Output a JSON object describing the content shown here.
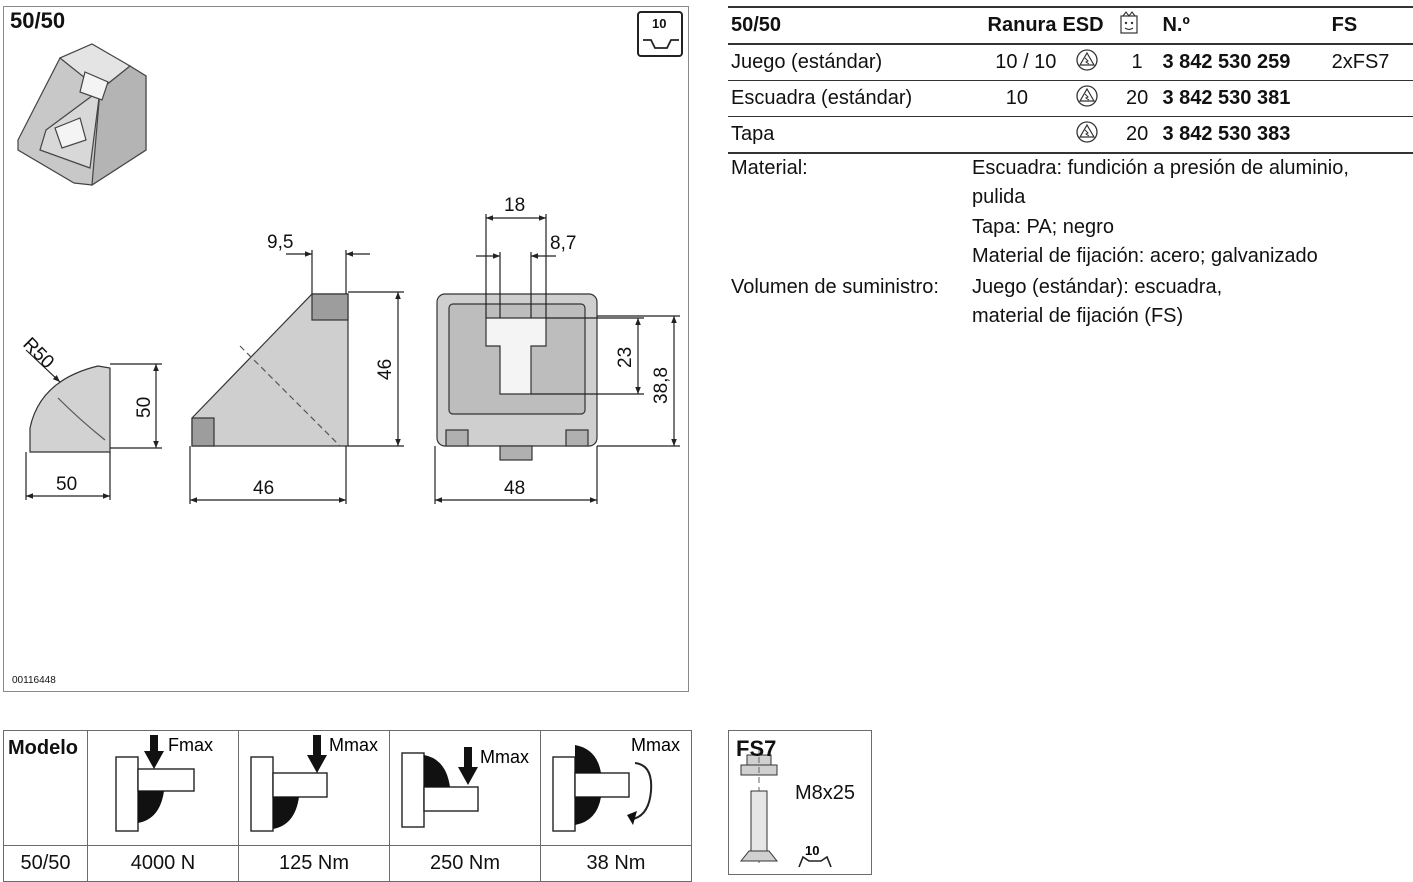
{
  "drawing": {
    "title": "50/50",
    "drawing_number": "00116448",
    "slot_badge": "10",
    "dimensions": {
      "radius": "R50",
      "height_left": "50",
      "width_left": "50",
      "offset_top": "9,5",
      "height_side": "46",
      "width_side": "46",
      "width_top": "18",
      "slot_width": "8,7",
      "slot_depth": "23",
      "height_front": "38,8",
      "width_front": "48"
    }
  },
  "spec_table": {
    "headers": [
      "50/50",
      "Ranura",
      "ESD",
      "",
      "N.º",
      "FS"
    ],
    "rows": [
      {
        "name": "Juego (estándar)",
        "ranura": "10 / 10",
        "qty": "1",
        "number": "3 842 530 259",
        "fs": "2xFS7"
      },
      {
        "name": "Escuadra (estándar)",
        "ranura": "10",
        "qty": "20",
        "number": "3 842 530 381",
        "fs": ""
      },
      {
        "name": "Tapa",
        "ranura": "",
        "qty": "20",
        "number": "3 842 530 383",
        "fs": ""
      }
    ]
  },
  "material": {
    "label": "Material:",
    "lines": [
      "Escuadra: fundición a presión de aluminio,",
      "pulida",
      "Tapa: PA; negro",
      "Material de fijación: acero; galvanizado"
    ]
  },
  "supply": {
    "label": "Volumen de suministro:",
    "lines": [
      "Juego (estándar): escuadra,",
      "material de fijación (FS)"
    ]
  },
  "load_table": {
    "model_label": "Modelo",
    "icon_labels": [
      "Fmax",
      "Mmax",
      "Mmax",
      "Mmax"
    ],
    "model": "50/50",
    "values": [
      "4000 N",
      "125 Nm",
      "250 Nm",
      "38 Nm"
    ]
  },
  "fastener": {
    "title": "FS7",
    "size": "M8x25",
    "slot_badge": "10"
  }
}
